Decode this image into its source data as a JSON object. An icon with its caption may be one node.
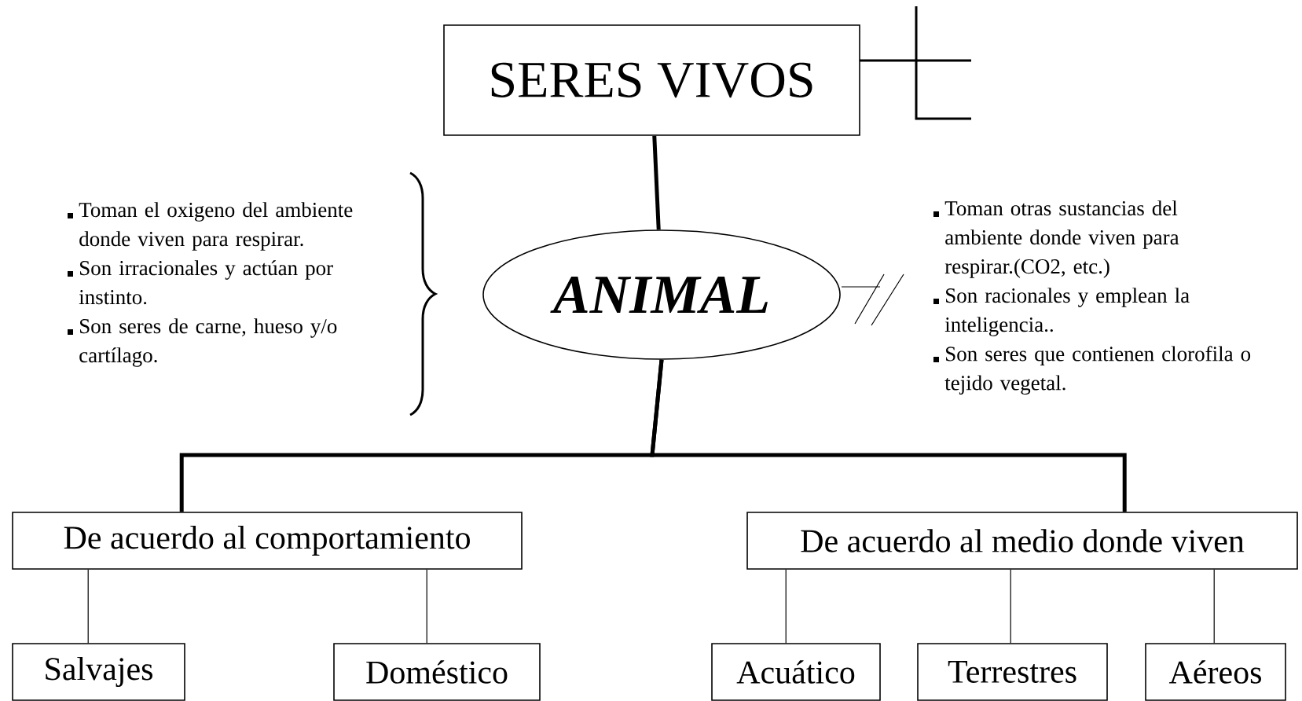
{
  "diagram": {
    "nodes": [
      {
        "text": [
          "SERES VIVOS"
        ]
      },
      {
        "text": [
          "ANIMAL"
        ]
      },
      {
        "text": [
          "De acuerdo al comportamiento"
        ]
      },
      {
        "text": [
          "De acuerdo al medio donde viven"
        ]
      },
      {
        "text": [
          "Salvajes"
        ]
      },
      {
        "text": [
          "Doméstico"
        ]
      },
      {
        "text": [
          "Acuático"
        ]
      },
      {
        "text": [
          "Terrestres"
        ]
      },
      {
        "text": [
          "Aéreos"
        ]
      }
    ],
    "edges": [
      {
        "from": 0,
        "to": 1,
        "arrow": "none",
        "style": "thick"
      },
      {
        "from": 1,
        "to": 2,
        "arrow": "none",
        "style": "thick"
      },
      {
        "from": 1,
        "to": 3,
        "arrow": "none",
        "style": "thick"
      },
      {
        "from": 2,
        "to": 4,
        "arrow": "none"
      },
      {
        "from": 2,
        "to": 5,
        "arrow": "none"
      },
      {
        "from": 3,
        "to": 6,
        "arrow": "none"
      },
      {
        "from": 3,
        "to": 7,
        "arrow": "none"
      },
      {
        "from": 3,
        "to": 8,
        "arrow": "none"
      }
    ],
    "labels": [
      "Toman el oxigeno del ambiente donde viven para respirar.",
      "Son irracionales y actúan por instinto.",
      "Son seres de carne, hueso y/o cartílago.",
      "Toman otras sustancias del ambiente donde viven para respirar.(CO2, etc.)",
      "Son racionales y emplean la inteligencia..",
      "Son seres que contienen clorofila o tejido vegetal."
    ]
  }
}
